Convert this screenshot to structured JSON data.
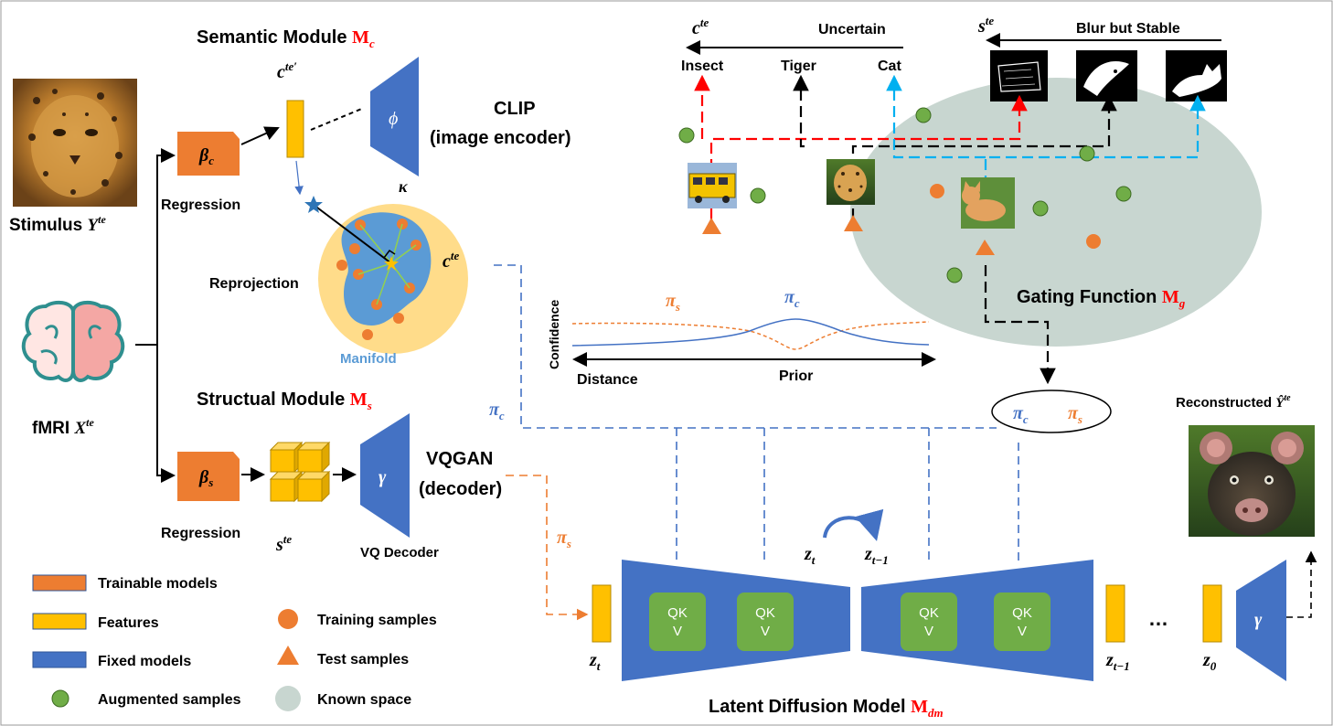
{
  "colors": {
    "orange": "#ed7d31",
    "blue": "#4472c4",
    "yellow": "#ffc000",
    "green": "#70ad47",
    "red": "#ff0000",
    "gray": "#c8d6d0",
    "cyan": "#00b0f0"
  },
  "left": {
    "stimulus_label": "Stimulus",
    "stimulus_symbol": "Y",
    "stimulus_sup": "te",
    "fmri_label": "fMRI",
    "fmri_symbol": "X",
    "fmri_sup": "te"
  },
  "semantic": {
    "title": "Semantic Module",
    "title_symbol": "M",
    "title_sub": "c",
    "beta": "β",
    "beta_sub": "c",
    "regression": "Regression",
    "feature_symbol": "c",
    "feature_sup": "te′",
    "phi": "ϕ",
    "clip_line1": "CLIP",
    "clip_line2": "(image encoder)",
    "kappa": "κ",
    "reprojection": "Reprojection",
    "manifold": "Manifold",
    "cte_symbol": "c",
    "cte_sup": "te"
  },
  "structural": {
    "title": "Structual Module",
    "title_symbol": "M",
    "title_sub": "s",
    "beta": "β",
    "beta_sub": "s",
    "regression": "Regression",
    "ste_symbol": "s",
    "ste_sup": "te",
    "gamma": "γ",
    "vqgan_line1": "VQGAN",
    "vqgan_line2": "(decoder)",
    "vq_decoder": "VQ Decoder"
  },
  "gating": {
    "cte_symbol": "c",
    "cte_sup": "te",
    "uncertain": "Uncertain",
    "ste_symbol": "s",
    "ste_sup": "te",
    "blur_stable": "Blur but Stable",
    "class_insect": "Insect",
    "class_tiger": "Tiger",
    "class_cat": "Cat",
    "title": "Gating Function",
    "title_symbol": "M",
    "title_sub": "g"
  },
  "confidence_plot": {
    "ylabel": "Confidence",
    "xlabel_left": "Distance",
    "xlabel_right": "Prior",
    "pi_s": "π",
    "pi_s_sub": "s",
    "pi_c": "π",
    "pi_c_sub": "c"
  },
  "flow": {
    "pi_c_label": "π",
    "pi_c_sub": "c",
    "pi_s_label": "π",
    "pi_s_sub": "s"
  },
  "diffusion": {
    "title": "Latent Diffusion Model",
    "title_symbol": "M",
    "title_sub": "dm",
    "qkv_line1": "QK",
    "qkv_line2": "V",
    "zt": "z",
    "zt_sub": "t",
    "zt1": "z",
    "zt1_sub": "t−1",
    "z0": "z",
    "z0_sub": "0",
    "ellipsis": "…",
    "gamma": "γ",
    "reconstructed": "Reconstructed",
    "reconstructed_symbol": "Ŷ",
    "reconstructed_sup": "te"
  },
  "legend": {
    "trainable": "Trainable models",
    "features": "Features",
    "fixed": "Fixed models",
    "augmented": "Augmented samples",
    "training": "Training samples",
    "test": "Test samples",
    "known": "Known space"
  }
}
